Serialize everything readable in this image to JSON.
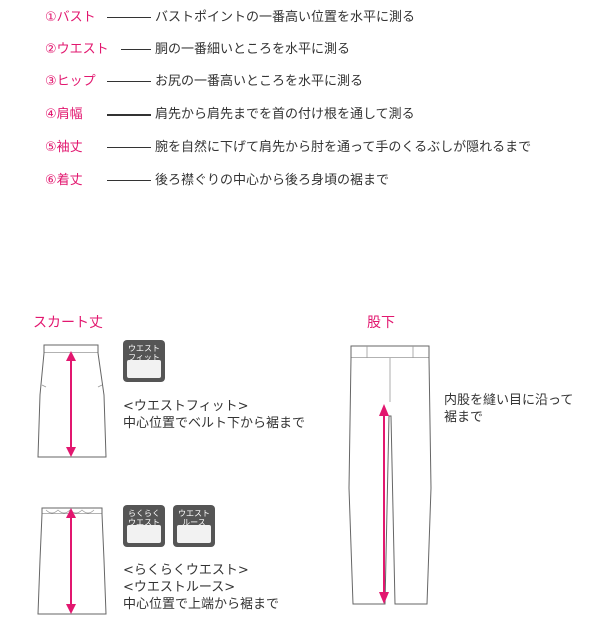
{
  "measurements": [
    {
      "label": "①バスト",
      "desc": "バストポイントの一番高い位置を水平に測る"
    },
    {
      "label": "②ウエスト",
      "desc": "胴の一番細いところを水平に測る"
    },
    {
      "label": "③ヒップ",
      "desc": "お尻の一番高いところを水平に測る"
    },
    {
      "label": "④肩幅",
      "desc": "肩先から肩先までを首の付け根を通して測る"
    },
    {
      "label": "⑤袖丈",
      "desc": "腕を自然に下げて肩先から肘を通って手のくるぶしが隠れるまで"
    },
    {
      "label": "⑥着丈",
      "desc": "後ろ襟ぐりの中心から後ろ身頃の裾まで"
    }
  ],
  "skirt": {
    "title": "スカート丈",
    "fit": {
      "badge_line1": "ウエスト",
      "badge_line2": "フィット",
      "desc_line1": "<ウエストフィット>",
      "desc_line2": "中心位置でベルト下から裾まで"
    },
    "easy": {
      "badge1_line1": "らくらく",
      "badge1_line2": "ウエスト",
      "badge2_line1": "ウエスト",
      "badge2_line2": "ルース",
      "desc_line1": "<らくらくウエスト>",
      "desc_line2": "<ウエストルース>",
      "desc_line3": "中心位置で上端から裾まで"
    }
  },
  "inseam": {
    "title": "股下",
    "desc_line1": "内股を縫い目に沿って",
    "desc_line2": "裾まで"
  },
  "colors": {
    "accent": "#e2176f",
    "text": "#333333",
    "badge": "#555555"
  }
}
